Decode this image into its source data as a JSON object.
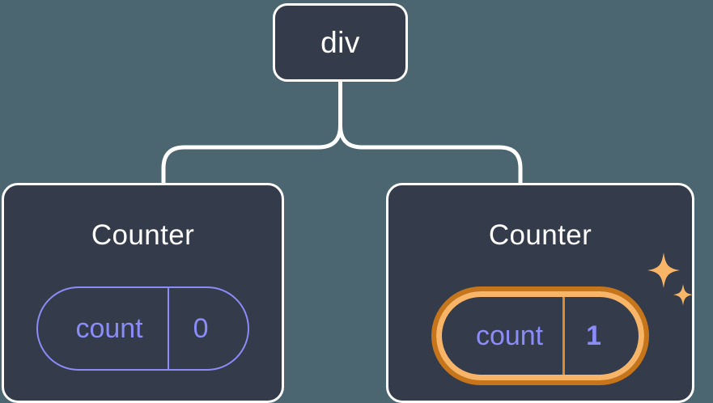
{
  "diagram": {
    "type": "component-tree",
    "background_color": "#4c6671",
    "node_fill": "#343b4a",
    "node_border": "#ffffff",
    "accent_purple": "#8b8cf7",
    "highlight_orange_inner": "#f8b567",
    "highlight_orange_outer": "#c6751a",
    "root": {
      "label": "div"
    },
    "children": [
      {
        "label": "Counter",
        "state": {
          "key": "count",
          "value": "0"
        },
        "highlighted": "false"
      },
      {
        "label": "Counter",
        "state": {
          "key": "count",
          "value": "1"
        },
        "highlighted": "true",
        "sparkle_large": "sparkle-icon",
        "sparkle_small": "sparkle-icon"
      }
    ]
  }
}
